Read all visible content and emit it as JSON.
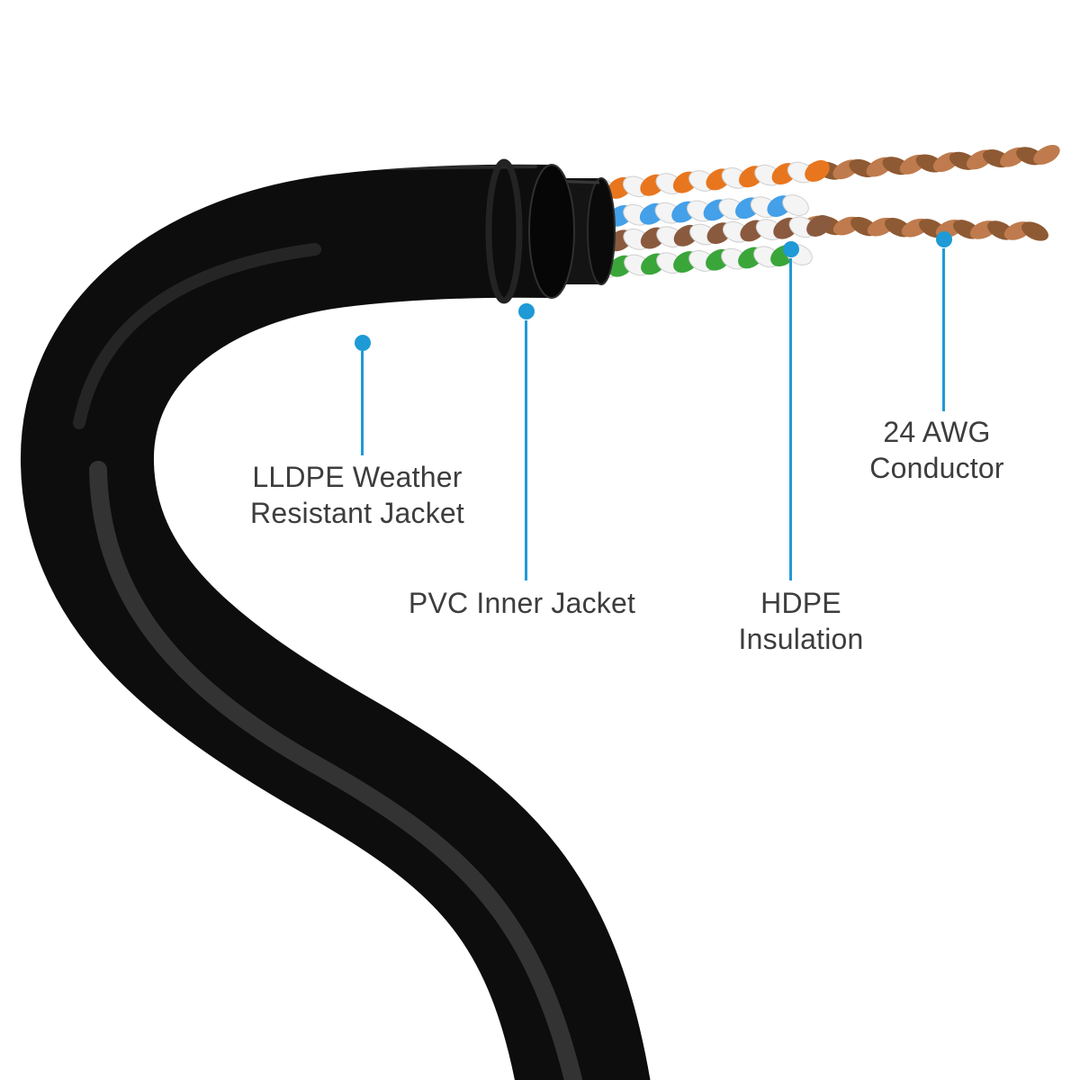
{
  "illustration": {
    "name": "ethernet-cable-cutaway",
    "wire_pairs": [
      "orange-white pair",
      "blue-white pair",
      "brown-white pair",
      "green-white pair"
    ],
    "conductors": "bare copper twisted pairs"
  },
  "colors": {
    "accent": "#1e9ad6",
    "text": "#3d3d3d",
    "cable": "#0d0d0d",
    "copper": "#bf7b4d",
    "copper_dark": "#8e5a33",
    "wire_orange": "#e8761e",
    "wire_blue": "#44a0e8",
    "wire_brown": "#8a5a3e",
    "wire_green": "#3aa63a",
    "wire_white": "#f4f4f4"
  },
  "callouts": [
    {
      "id": "lldpe-jacket",
      "lines": [
        "LLDPE Weather",
        "Resistant Jacket"
      ]
    },
    {
      "id": "pvc-inner-jacket",
      "lines": [
        "PVC Inner Jacket"
      ]
    },
    {
      "id": "hdpe-insulation",
      "lines": [
        "HDPE",
        "Insulation"
      ]
    },
    {
      "id": "awg-conductor",
      "lines": [
        "24 AWG",
        "Conductor"
      ]
    }
  ]
}
